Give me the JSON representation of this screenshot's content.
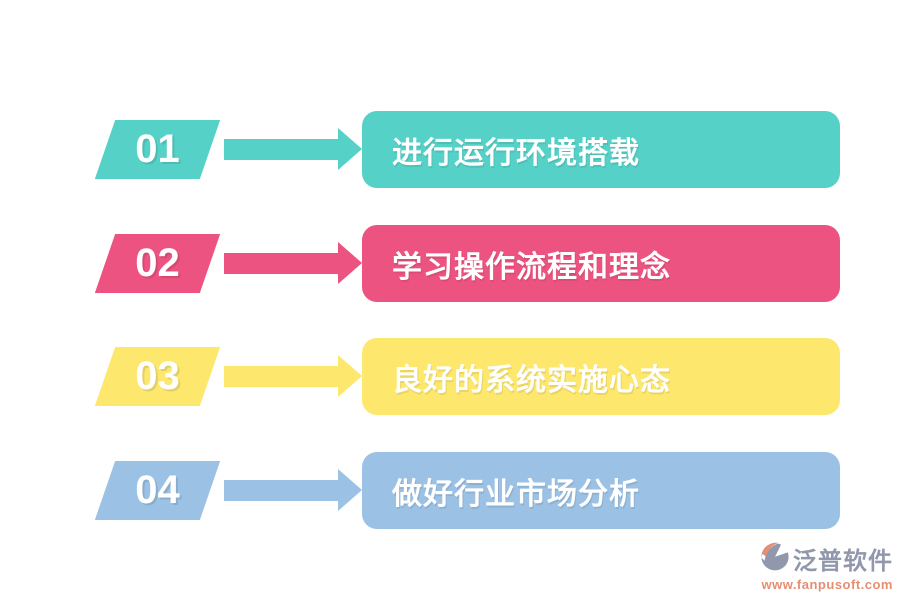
{
  "steps": [
    {
      "number": "01",
      "label": "进行运行环境搭载",
      "color": "#55D1C8"
    },
    {
      "number": "02",
      "label": "学习操作流程和理念",
      "color": "#ED5380"
    },
    {
      "number": "03",
      "label": "良好的系统实施心态",
      "color": "#FDE76D"
    },
    {
      "number": "04",
      "label": "做好行业市场分析",
      "color": "#9BC1E4"
    }
  ],
  "watermark": {
    "brand": "泛普软件",
    "url": "www.fanpusoft.com",
    "brand_color": "#8C92A8",
    "url_color": "#E4896B",
    "icon": "fanpu-logo"
  }
}
